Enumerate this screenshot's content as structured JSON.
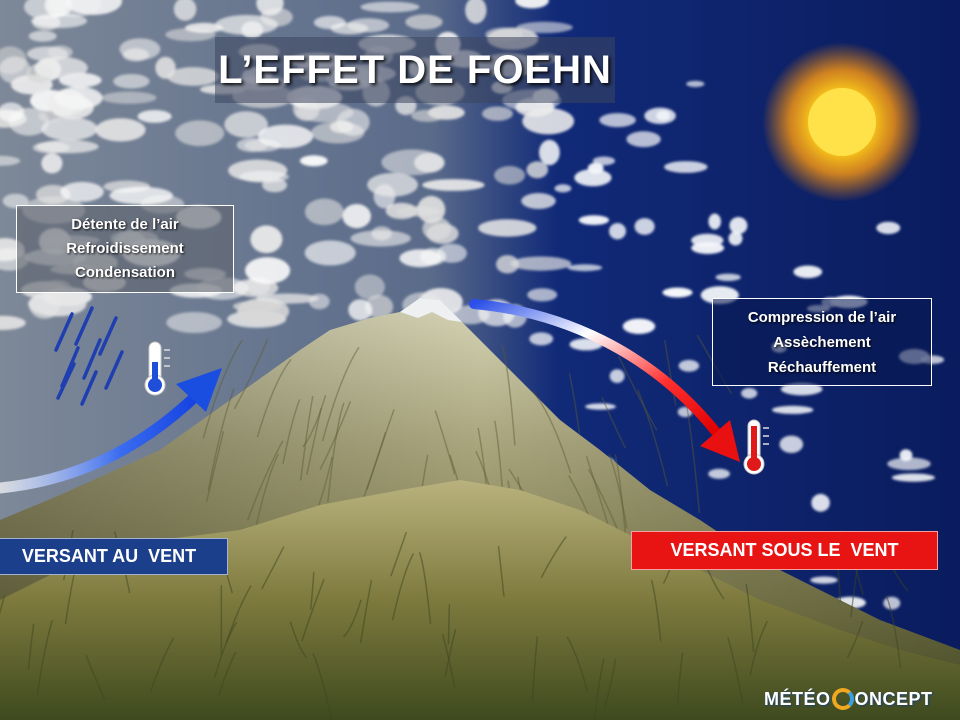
{
  "title": "L’EFFET DE FOEHN",
  "windward_box": {
    "lines": [
      "Détente de l’air",
      "Refroidissement",
      "Condensation"
    ]
  },
  "leeward_box": {
    "lines": [
      "Compression de l’air",
      "Assèchement",
      "Réchauffement"
    ]
  },
  "windward_label": "VERSANT AU  VENT",
  "leeward_label": "VERSANT SOUS LE  VENT",
  "logo": {
    "part1": "MÉTÉO",
    "part2": "ONCEPT"
  },
  "colors": {
    "sky": "#0a2266",
    "windward_arrow": "#1a4ee0",
    "leeward_arrow": "#e81414",
    "windward_label_bg": "#1c3f8c",
    "leeward_label_bg": "#e81414",
    "sun": "#ffd21a"
  },
  "icons": [
    "rain-icon",
    "cold-thermometer-icon",
    "hot-thermometer-icon",
    "sun-icon"
  ]
}
